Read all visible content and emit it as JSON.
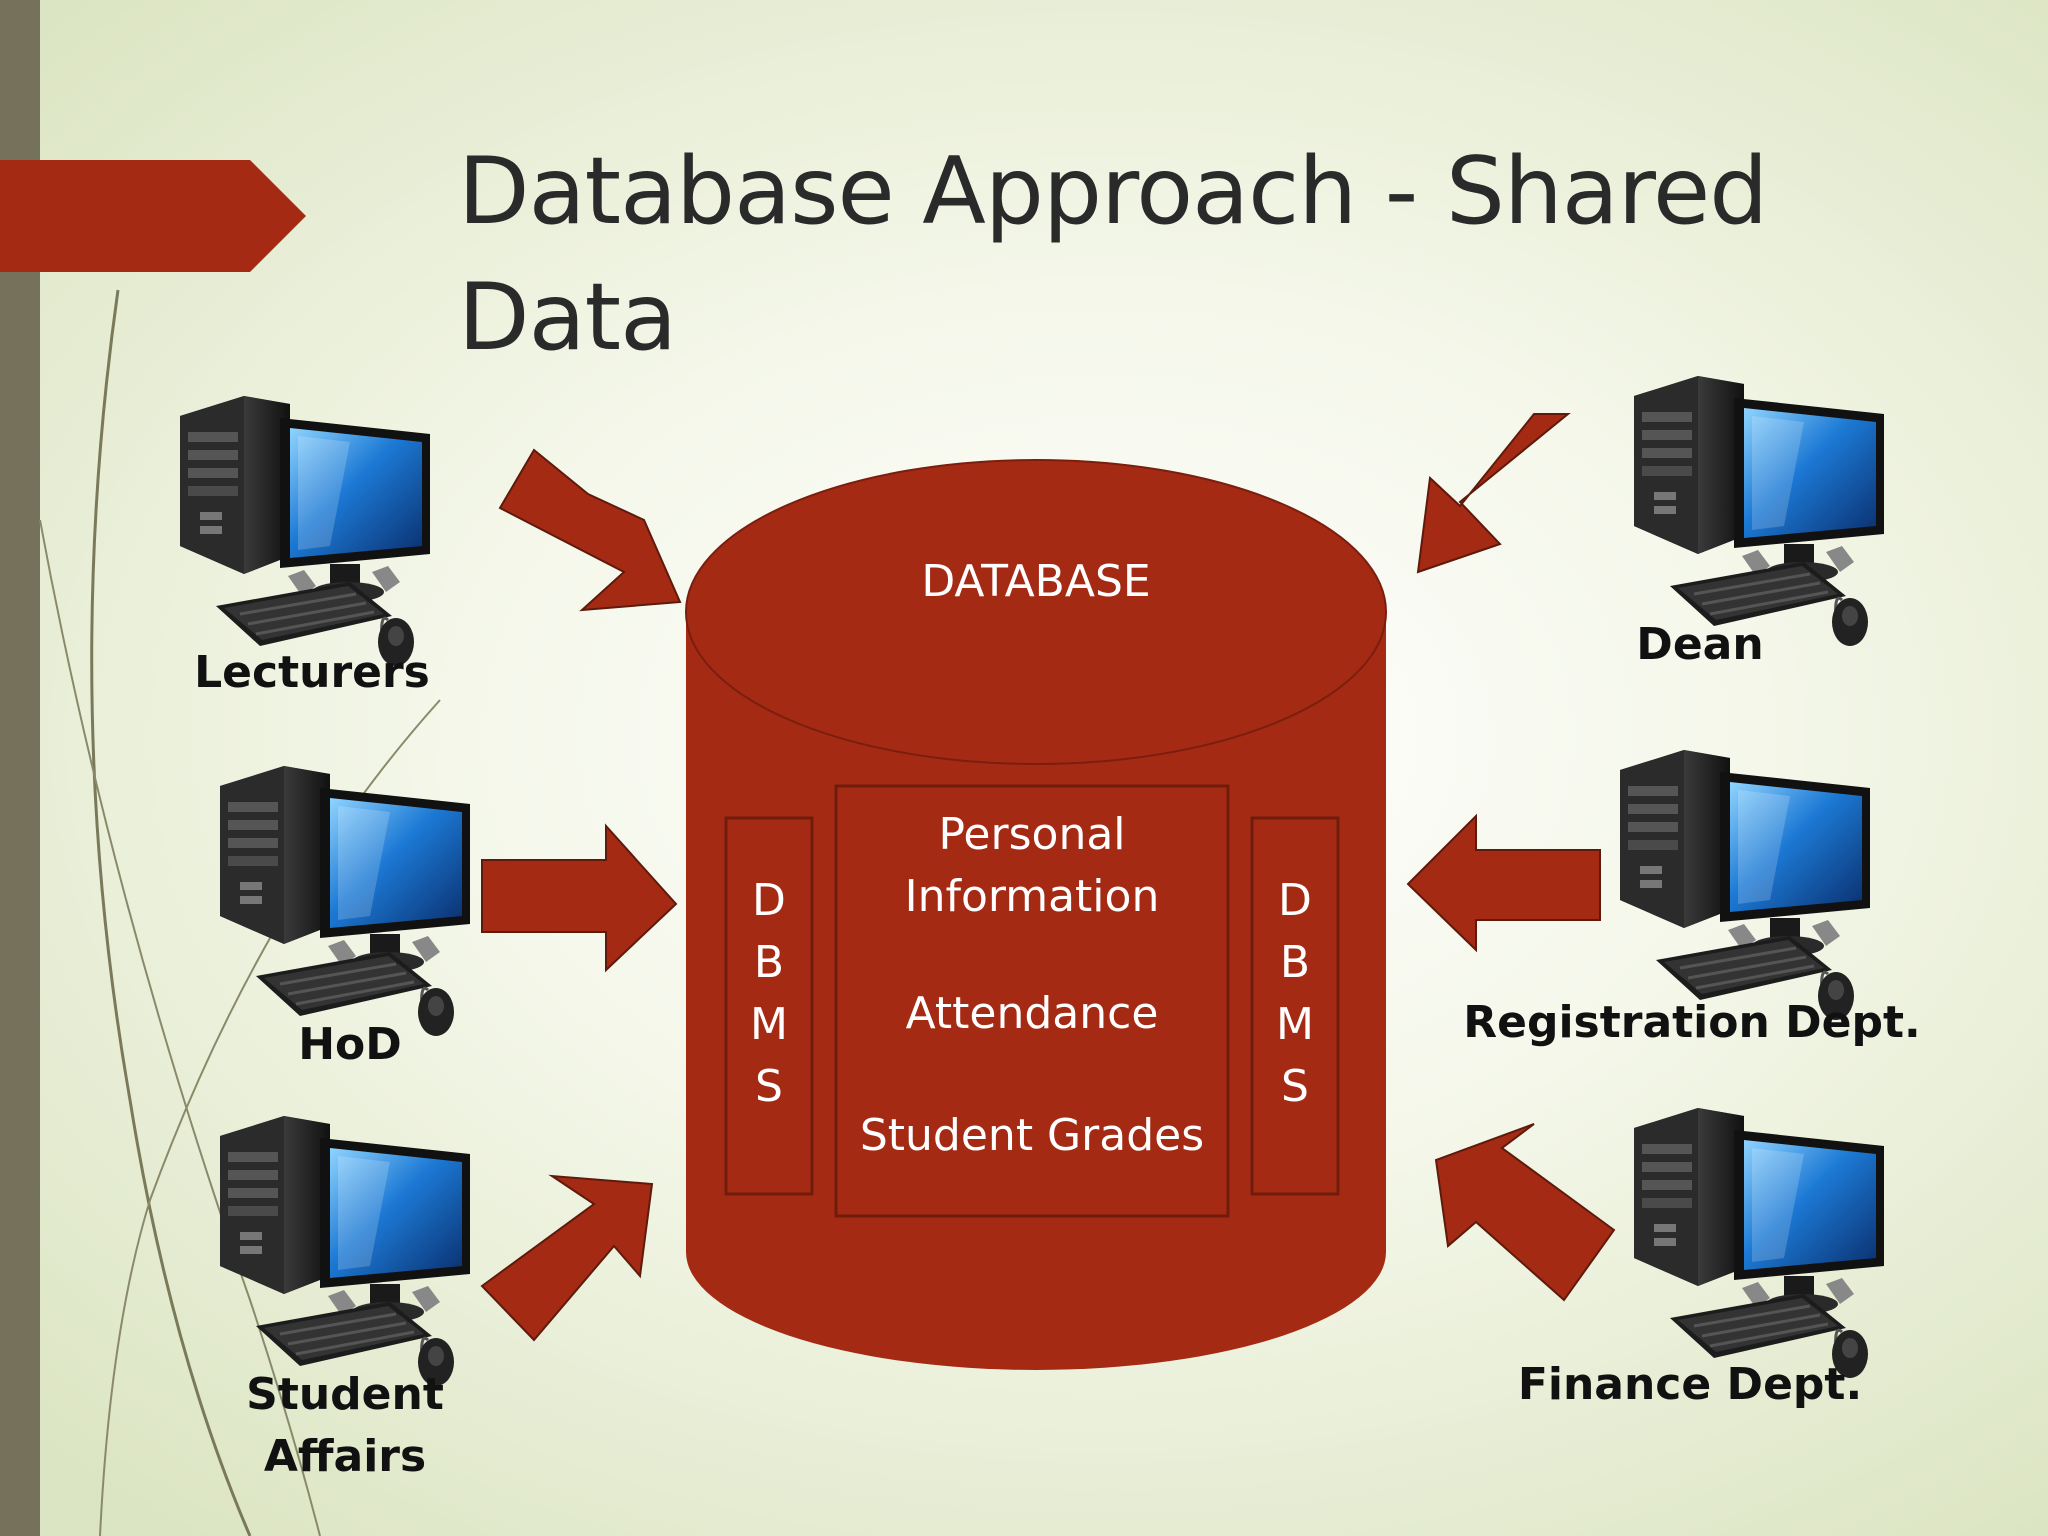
{
  "slide": {
    "title_line1": "Database Approach - Shared",
    "title_line2": "Data"
  },
  "colors": {
    "accent": "#a52a14",
    "band": "#76715a",
    "text": "#111111"
  },
  "database": {
    "label": "DATABASE",
    "dbms_left": [
      "D",
      "B",
      "M",
      "S"
    ],
    "dbms_right": [
      "D",
      "B",
      "M",
      "S"
    ],
    "contents": [
      "Personal",
      "Information",
      "Attendance",
      "Student Grades"
    ]
  },
  "users": {
    "lecturers": "Lecturers",
    "hod": "HoD",
    "student_affairs_1": "Student",
    "student_affairs_2": "Affairs",
    "dean": "Dean",
    "registration": "Registration Dept.",
    "finance": "Finance Dept."
  }
}
